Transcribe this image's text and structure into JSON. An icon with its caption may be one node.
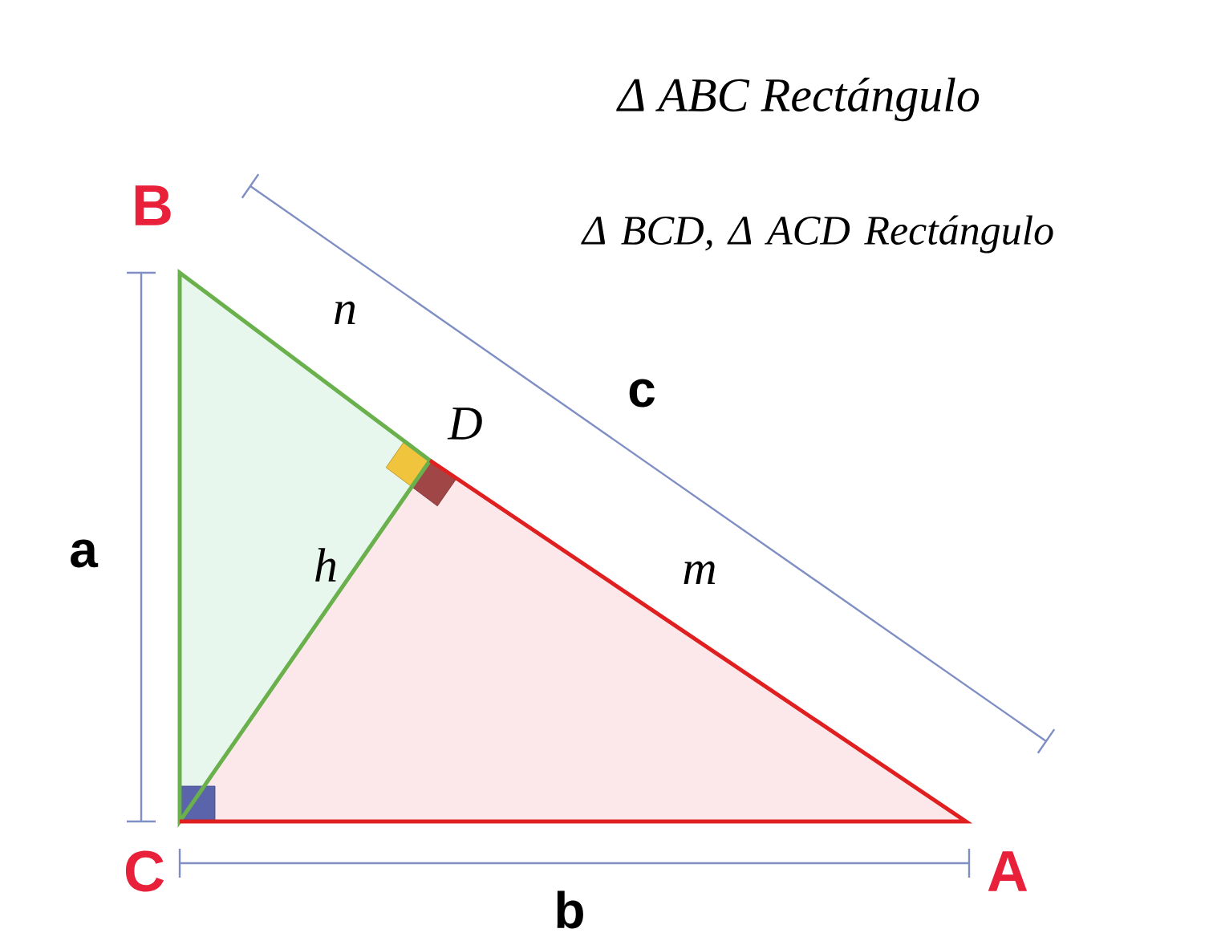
{
  "diagram": {
    "title": "Δ ABC Rectángulo",
    "labels": [
      "Δ BCD, Δ ACD Rectángulo",
      "B",
      "D",
      "n",
      "c",
      "a",
      "h",
      "m",
      "C",
      "A",
      "b"
    ]
  }
}
